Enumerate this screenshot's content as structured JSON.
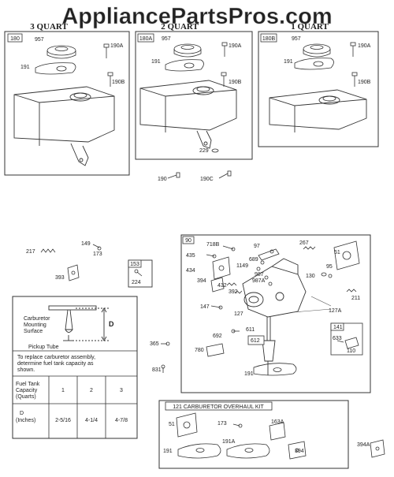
{
  "watermark": "AppliancePartsPros.com",
  "tanks": [
    {
      "quart": "3 QUART",
      "box": "180",
      "parts": [
        "957",
        "190A",
        "191",
        "190B"
      ]
    },
    {
      "quart": "2 QUART",
      "box": "180A",
      "parts": [
        "957",
        "190A",
        "191",
        "190B"
      ]
    },
    {
      "quart": "1 QUART",
      "box": "180B",
      "parts": [
        "957",
        "190A",
        "191",
        "190B"
      ]
    }
  ],
  "loose_parts": {
    "p229": "229",
    "p190": "190",
    "p190c": "190C",
    "p217": "217",
    "p149": "149",
    "p173": "173",
    "p393": "393",
    "p365": "365",
    "p831": "831"
  },
  "box153": {
    "label": "153",
    "part": "224"
  },
  "chart_box": {
    "label_carb1": "Carburetor",
    "label_carb2": "Mounting",
    "label_carb3": "Surface",
    "label_tube": "Pickup Tube",
    "label_d": "D",
    "note1": "To replace carburetor assembly,",
    "note2": "determine fuel tank capacity as",
    "note3": "shown.",
    "row_head1": "Fuel Tank",
    "row_head2": "Capacity",
    "row_head3": "(Quarts)",
    "row_d1": "D",
    "row_d2": "(Inches)",
    "capacities": [
      "1",
      "2",
      "3"
    ],
    "d_values": [
      "2-5/16",
      "4-1/4",
      "4-7/8"
    ]
  },
  "carb_box": {
    "box": "90",
    "parts": [
      "718B",
      "97",
      "267",
      "435",
      "689",
      "51",
      "434",
      "1149",
      "987",
      "95",
      "394",
      "432",
      "392",
      "987A",
      "130",
      "211",
      "147",
      "127",
      "127A",
      "611",
      "692",
      "612",
      "141",
      "633",
      "110",
      "780",
      "191"
    ]
  },
  "kit": {
    "title": "121 CARBURETOR OVERHAUL KIT",
    "parts": [
      "51",
      "173",
      "163A",
      "191",
      "191A",
      "394"
    ],
    "outside": "394A"
  }
}
